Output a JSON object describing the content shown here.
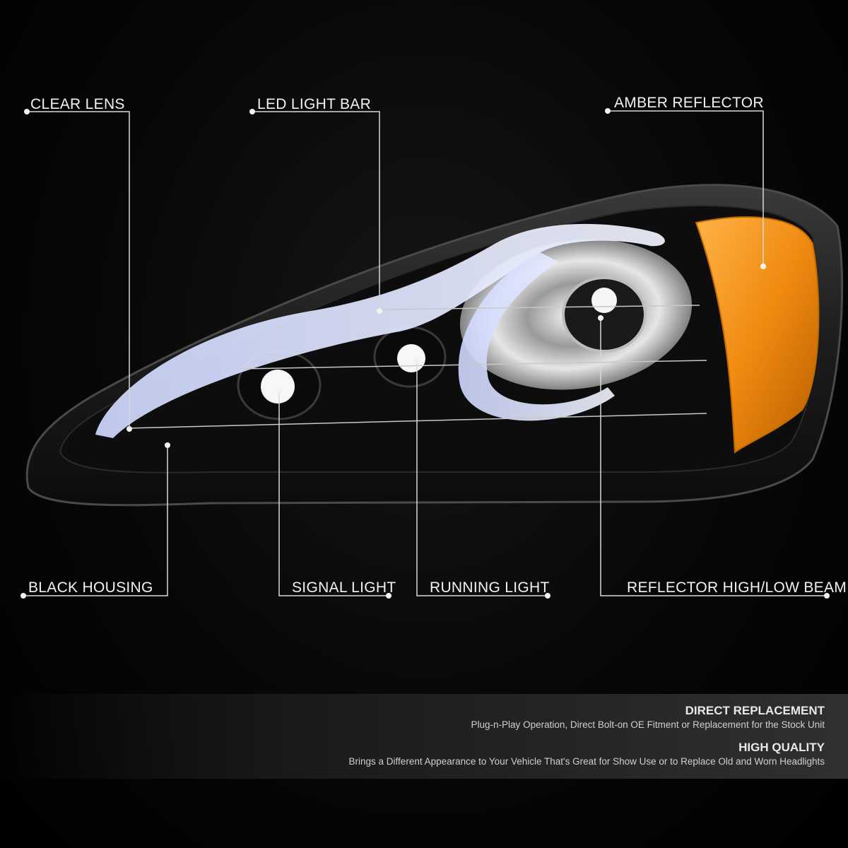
{
  "colors": {
    "background": "#000000",
    "housing": "#1c1c1c",
    "led_bar": "#dfe6ff",
    "amber": "#f08a10",
    "leader_line": "#d8d8d8",
    "banner": "#303030"
  },
  "callouts": {
    "clear_lens": "CLEAR LENS",
    "led_light_bar": "LED LIGHT BAR",
    "amber_reflector": "AMBER REFLECTOR",
    "black_housing": "BLACK HOUSING",
    "signal_light": "SIGNAL LIGHT",
    "running_light": "RUNNING LIGHT",
    "reflector_beam": "REFLECTOR HIGH/LOW BEAM"
  },
  "features": [
    {
      "title": "DIRECT REPLACEMENT",
      "text": "Plug-n-Play Operation, Direct Bolt-on OE Fitment or Replacement for the Stock Unit"
    },
    {
      "title": "HIGH QUALITY",
      "text": "Brings a Different Appearance to Your Vehicle That's Great for Show Use or to Replace Old and Worn Headlights"
    }
  ]
}
